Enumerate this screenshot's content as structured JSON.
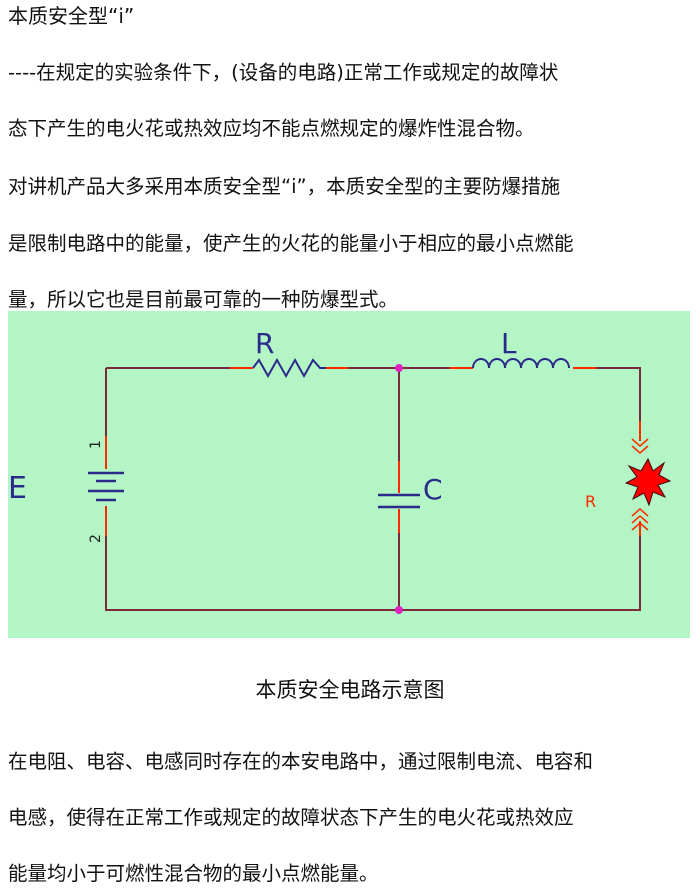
{
  "title": "本质安全型“i”",
  "intro_lines": [
    "----在规定的实验条件下，(设备的电路)正常工作或规定的故障状",
    "态下产生的电火花或热效应均不能点燃规定的爆炸性混合物。",
    "对讲机产品大多采用本质安全型“i”，本质安全型的主要防爆措施",
    "是限制电路中的能量，使产生的火花的能量小于相应的最小点燃能",
    "量，所以它也是目前最可靠的一种防爆型式。"
  ],
  "diagram": {
    "source_label": "E",
    "resistor_label": "R",
    "inductor_label": "L",
    "capacitor_label": "C",
    "spark_label": "R",
    "pin1": "1",
    "pin2": "2",
    "colors": {
      "background": "#b3f5c5",
      "wire": "#7a2a3a",
      "lead": "#ff2a00",
      "component": "#2a2a8a",
      "node": "#e020c0",
      "spark": "#ff0000"
    }
  },
  "caption": "本质安全电路示意图",
  "outro_lines": [
    "在电阻、电容、电感同时存在的本安电路中，通过限制电流、电容和",
    "电感，使得在正常工作或规定的故障状态下产生的电火花或热效应",
    "能量均小于可燃性混合物的最小点燃能量。"
  ]
}
